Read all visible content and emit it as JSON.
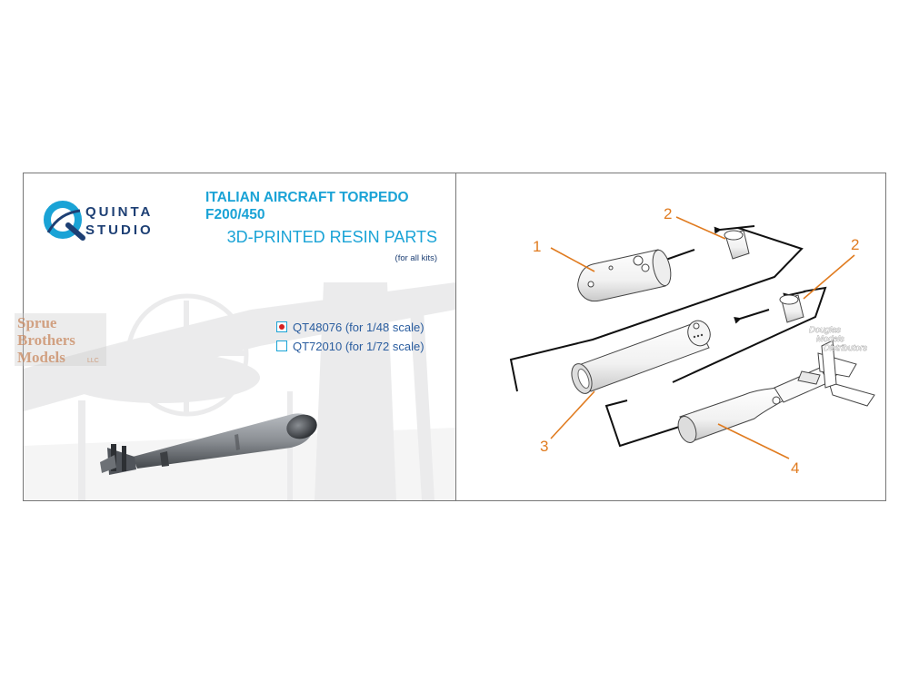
{
  "brand": {
    "line1": "QUINTA",
    "line2": "STUDIO"
  },
  "product": {
    "title_line1": "ITALIAN AIRCRAFT TORPEDO",
    "title_line2": "F200/450",
    "subtitle": "3D-PRINTED RESIN PARTS",
    "note": "(for all kits)"
  },
  "options": [
    {
      "code": "QT48076",
      "scale": "(for 1/48 scale)",
      "selected": true
    },
    {
      "code": "QT72010",
      "scale": "(for 1/72 scale)",
      "selected": false
    }
  ],
  "watermarks": {
    "spruebrothers": [
      "Sprue",
      "Brothers",
      "Models"
    ],
    "spruebrothers_suffix": "LLC",
    "douglas": [
      "Douglas",
      "Models",
      "Distributors"
    ]
  },
  "part_labels": [
    "1",
    "2",
    "2",
    "3",
    "4"
  ],
  "colors": {
    "accent_blue": "#1aa3d6",
    "navy": "#1d3f74",
    "label_orange": "#e07b1f",
    "selected_dot": "#d62020"
  }
}
